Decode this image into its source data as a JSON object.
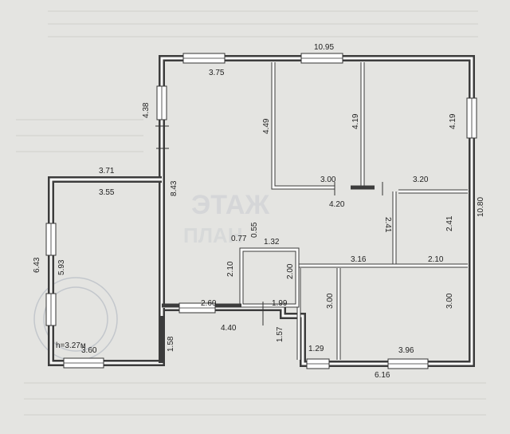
{
  "dimensions": {
    "top_overall": "10.95",
    "left_wing_top": "3.71",
    "right_overall": "10.80",
    "bottom_right": "6.16",
    "left_wing_height": "6.43",
    "upper_left_height": "4.38",
    "room_a_top": "3.75",
    "room_a_height": "4.49",
    "room_b_height": "4.19",
    "room_c_height": "4.19",
    "room_b_bottom": "3.00",
    "room_c_bottom": "3.20",
    "corridor_length": "8.43",
    "corridor_width": "4.20",
    "hall_width": "2.41",
    "hall_width_b": "2.41",
    "hall_length": "2.10",
    "hall_gap": "3.16",
    "opening_w": "0.77",
    "opening_h": "0.55",
    "wc_width": "1.32",
    "wc_height": "2.00",
    "wc_side": "2.10",
    "wc_bottom": "1.99",
    "entry_left": "2.60",
    "entry_bottom": "4.40",
    "porch_right": "1.57",
    "porch_left": "1.58",
    "left_room_top": "3.55",
    "left_room_height": "5.93",
    "left_room_bottom": "3.60",
    "bath_height": "3.00",
    "bath_width": "1.29",
    "bed_height": "3.00",
    "bed_width": "3.96",
    "ceiling_height": "h=3.27м"
  }
}
